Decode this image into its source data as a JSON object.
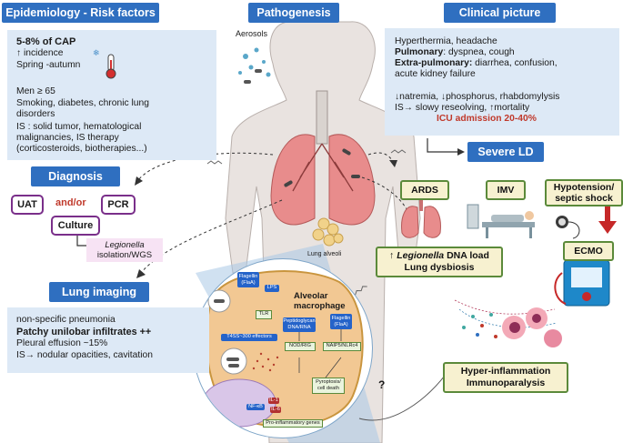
{
  "epidemiology": {
    "title": "Epidemiology - Risk factors",
    "line1": "5-8% of CAP",
    "line2": "↑ incidence",
    "line3": "Spring -autumn",
    "line4": "Men ≥ 65",
    "line5": "Smoking, diabetes, chronic lung",
    "line6": "disorders",
    "line7": "IS : solid tumor, hematological",
    "line8": "malignancies, IS therapy",
    "line9": "(corticosteroids, biotherapies...)"
  },
  "pathogenesis": {
    "title": "Pathogenesis",
    "aerosols": "Aerosols",
    "lung_alveoli": "Lung alveoli"
  },
  "clinical": {
    "title": "Clinical picture",
    "line1": "Hyperthermia, headache",
    "line2_bold": "Pulmonary",
    "line2_rest": ": dyspnea, cough",
    "line3_bold": "Extra-pulmonary:",
    "line3_rest": " diarrhea, confusion,",
    "line4": "acute kidney failure",
    "line5": "↓natremia, ↓phosphorus, rhabdomylysis",
    "line6": "IS→ slowy reseolving, ↑mortality",
    "icu": "ICU admission 20-40%",
    "icu_color": "#c0392b"
  },
  "diagnosis": {
    "title": "Diagnosis",
    "uat": "UAT",
    "andor": "and/or",
    "pcr": "PCR",
    "culture": "Culture",
    "legionella": "Legionella",
    "isolation": "isolation/WGS"
  },
  "imaging": {
    "title": "Lung imaging",
    "line1": "non-specific pneumonia",
    "line2": "Patchy unilobar infiltrates ++",
    "line3": "Pleural effusion ~15%",
    "line4": "IS→ nodular opacities, cavitation"
  },
  "severe": {
    "title": "Severe LD",
    "ards": "ARDS",
    "imv": "IMV",
    "hypo1": "Hypotension/",
    "hypo2": "septic shock",
    "ecmo": "ECMO",
    "dna1_arrow": "↑ ",
    "dna1_italic": "Legionella",
    "dna1_rest": " DNA load",
    "dna2": "Lung dysbiosis"
  },
  "outcome": {
    "line1": "Hyper-inflammation",
    "line2": "Immunoparalysis",
    "question": "?"
  },
  "macrophage": {
    "title1": "Alveolar",
    "title2": "macrophage",
    "flagellin1": "Flagellin",
    "flagellin1b": "(FlaA)",
    "lps": "LPS",
    "tlr": "TLR",
    "t4ss": "T4SS~300 effectors",
    "pepti1": "Peptidoglycan",
    "pepti2": "DNA/RNA",
    "flagellin2": "Flagellin",
    "flagellin2b": "(FlaA)",
    "nod": "NOD/RIG",
    "naip": "NAIP5/NLRc4",
    "pyro1": "Pyroptosis/",
    "pyro2": "cell death",
    "nfkb": "NF-κB",
    "il1": "IL-1",
    "il6": "IL-6",
    "genes": "Pro-inflammatory genes"
  },
  "colors": {
    "header_blue": "#2f6fc0",
    "panel_blue": "#dde9f6",
    "pill_purple": "#7a2f8a",
    "box_green": "#5b8a3a"
  }
}
